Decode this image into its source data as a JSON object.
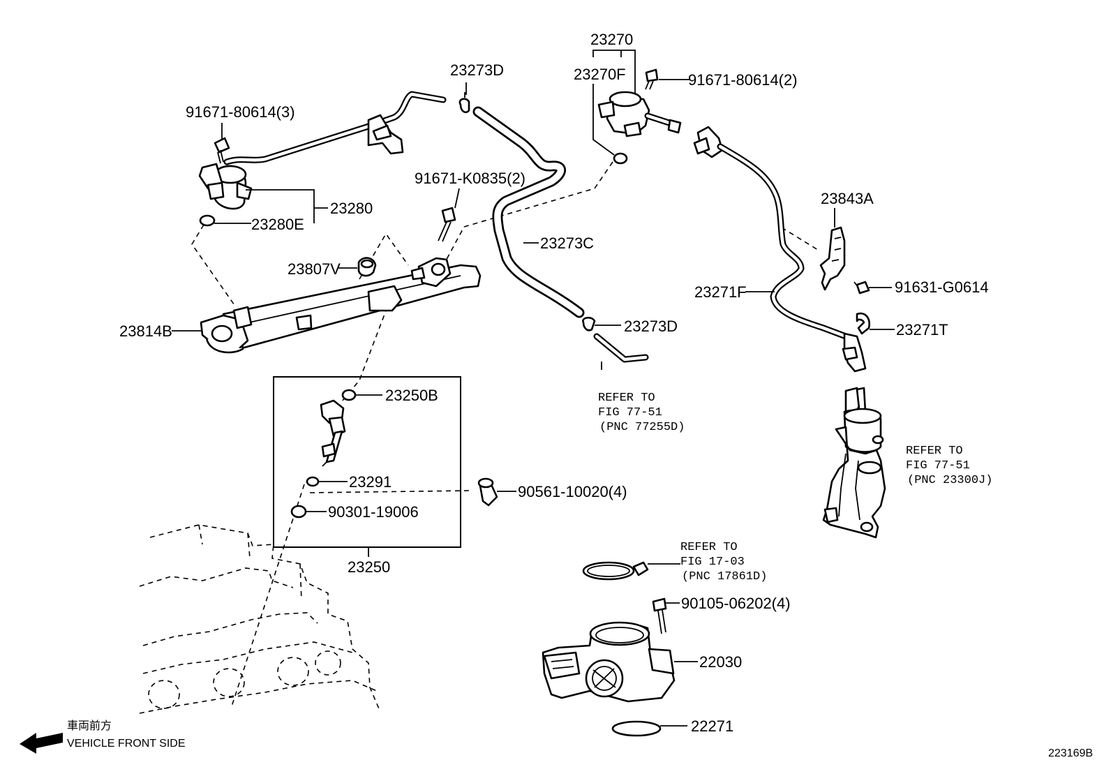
{
  "labels": {
    "p23270": "23270",
    "p23270F": "23270F",
    "p91671_80614_2": "91671-80614(2)",
    "p23273D_top": "23273D",
    "p91671_80614_3": "91671-80614(3)",
    "p91671_K0835": "91671-K0835(2)",
    "p23280": "23280",
    "p23280E": "23280E",
    "p23807V": "23807V",
    "p23814B": "23814B",
    "p23273C": "23273C",
    "p23273D_bottom": "23273D",
    "p23843A": "23843A",
    "p91631_G0614": "91631-G0614",
    "p23271F": "23271F",
    "p23271T": "23271T",
    "p23250B": "23250B",
    "p23291": "23291",
    "p90561": "90561-10020(4)",
    "p90301": "90301-19006",
    "p23250": "23250",
    "p90105": "90105-06202(4)",
    "p22030": "22030",
    "p22271": "22271"
  },
  "references": {
    "ref1": [
      "REFER TO",
      "FIG 77-51",
      "(PNC 77255D)"
    ],
    "ref2": [
      "REFER TO",
      "FIG 77-51",
      "(PNC 23300J)"
    ],
    "ref3": [
      "REFER TO",
      "FIG 17-03",
      "(PNC 17861D)"
    ]
  },
  "direction": {
    "japanese": "車両前方",
    "english": "VEHICLE FRONT SIDE"
  },
  "diagram_id": "223169B"
}
